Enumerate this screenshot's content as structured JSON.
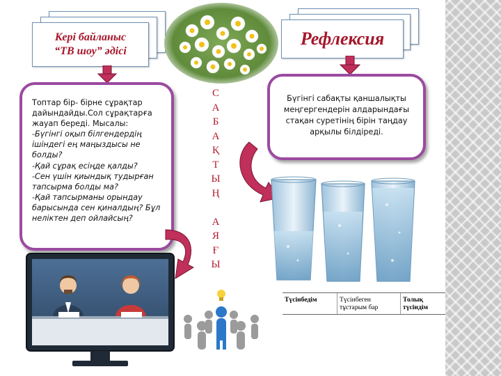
{
  "left_title": {
    "line1": "Кері байланыс",
    "line2": "“ТВ шоу” әдісі"
  },
  "right_title": "Рефлексия",
  "left_box": {
    "lines": [
      {
        "text": "Топтар бір- бірне сұрақтар",
        "italic": false
      },
      {
        "text": "дайындайды.Сол сұрақтарға",
        "italic": false
      },
      {
        "text": "жауап береді. Мысалы:",
        "italic": false
      },
      {
        "text": "-Бүгінгі оқып білгендердің",
        "italic": true
      },
      {
        "text": "ішіндегі ең маңыздысы не",
        "italic": true
      },
      {
        "text": "болды?",
        "italic": true
      },
      {
        "text": "-Қай сұрақ есіңде қалды?",
        "italic": true
      },
      {
        "text": "-Сен үшін қиындық тудырған",
        "italic": true
      },
      {
        "text": "тапсырма болды ма?",
        "italic": true
      },
      {
        "text": "-Қай тапсырманы орындау",
        "italic": true
      },
      {
        "text": "барысында сен қиналдың? Бұл",
        "italic": true
      },
      {
        "text": "неліктен деп ойлайсың?",
        "italic": true
      }
    ]
  },
  "vertical_word": [
    "С",
    "А",
    "Б",
    "А",
    "Қ",
    "Т",
    "Ы",
    "Ң",
    "",
    "А",
    "Я",
    "Ғ",
    "Ы"
  ],
  "right_box": {
    "lines": [
      "Бүгінгі сабақты қаншалықты",
      "меңгергендерін алдарындағы",
      "стақан суретінің бірін таңдау",
      "арқылы білдіреді."
    ]
  },
  "levels_table": {
    "cells": [
      {
        "line1": "Түсінбедім",
        "line2": ""
      },
      {
        "line1": "Түсінбеген",
        "line2": "тұстарым бар"
      },
      {
        "line1": "Толық",
        "line2": "түсіндім"
      }
    ]
  },
  "colors": {
    "title_red": "#a5162b",
    "box_border": "#9b4aa0",
    "arrow_fill": "#c0305a"
  },
  "icons": [
    "daisy-flowers-image",
    "water-glasses-image",
    "tv-news-anchors-image",
    "team-leader-people-image",
    "curved-arrow-icon",
    "down-arrow-icon"
  ]
}
